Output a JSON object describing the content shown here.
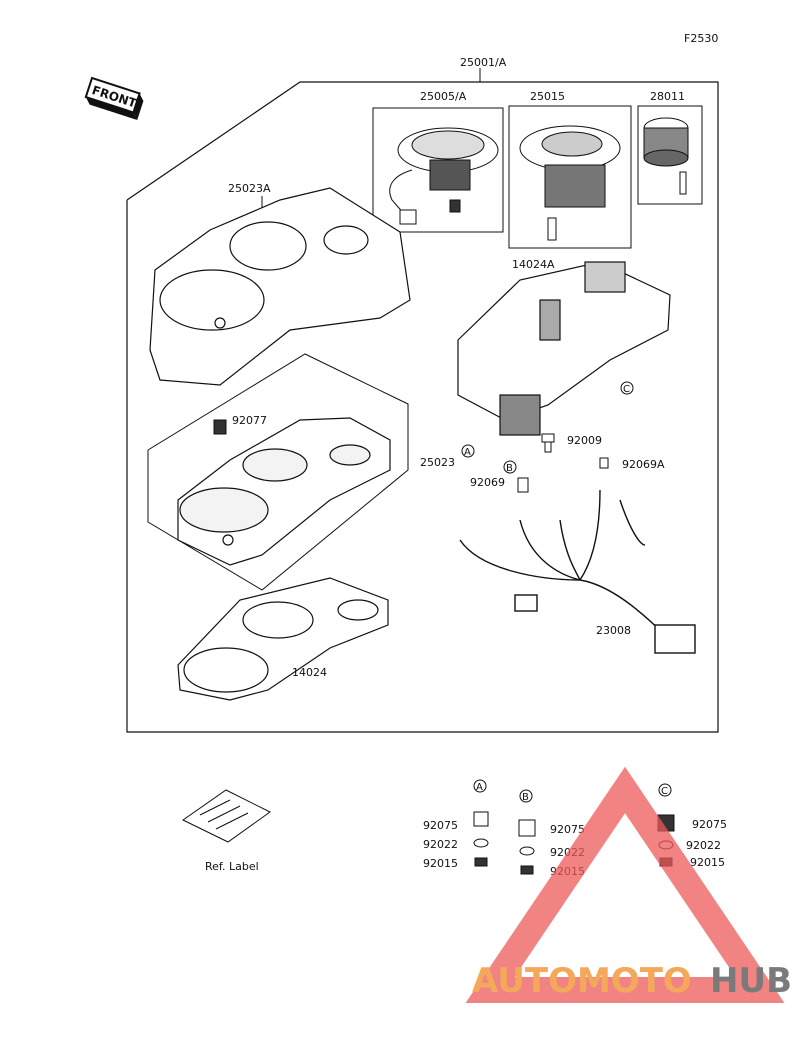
{
  "figure_id": "F2530",
  "front_badge": "FRONT",
  "parts": {
    "assembly": "25001/A",
    "tach": "25005/A",
    "speedo": "25015",
    "indicator": "28011",
    "cover_upper": "25023A",
    "case": "14024A",
    "cover_lower": "25023",
    "screw_cover": "92077",
    "screw": "92009",
    "bulb_small": "92069A",
    "bulb": "92069",
    "harness": "23008",
    "gasket": "14024"
  },
  "callouts": {
    "a": "A",
    "b": "B",
    "c": "C"
  },
  "kits": {
    "a": {
      "marker": "A",
      "grommet": "92075",
      "washer": "92022",
      "nut": "92015"
    },
    "b": {
      "marker": "B",
      "grommet": "92075",
      "washer": "92022",
      "nut": "92015"
    },
    "c": {
      "marker": "C",
      "grommet": "92075",
      "washer": "92022",
      "nut": "92015"
    }
  },
  "ref_label": "Ref. Label",
  "watermark": {
    "part1": "AUTOMOTO",
    "part2": "HUB",
    "color1": "#f4a95a",
    "color2": "#7a7a7a",
    "triangle_color": "#ee5a5a"
  }
}
